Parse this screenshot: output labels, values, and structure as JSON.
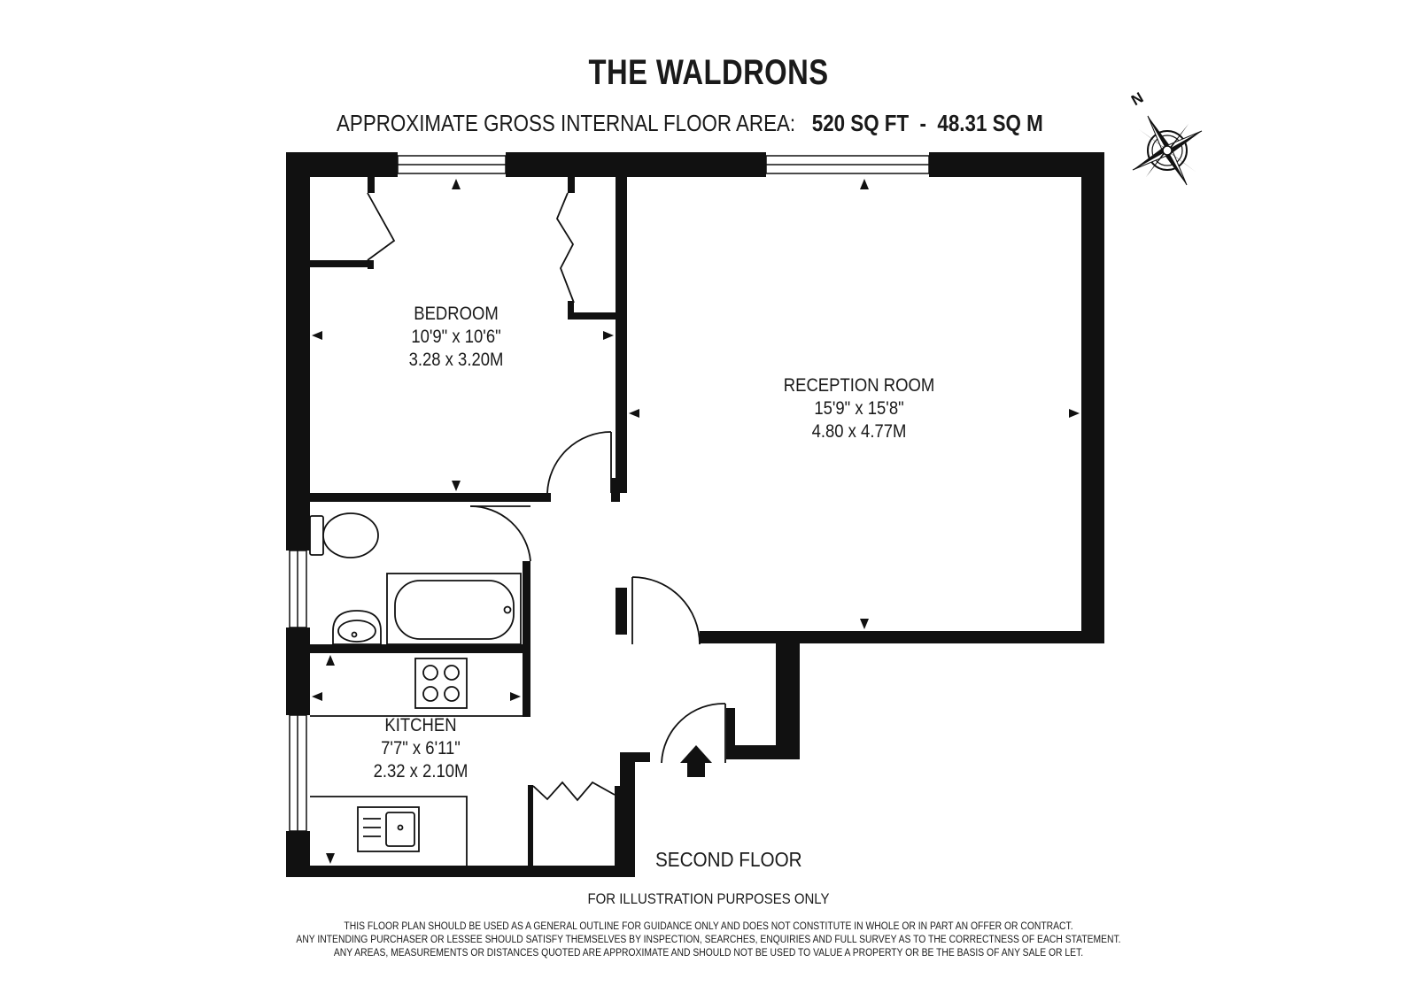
{
  "title": "THE WALDRONS",
  "area": {
    "label": "APPROXIMATE GROSS INTERNAL FLOOR AREA:",
    "sq_ft": "520 SQ FT",
    "separator": "-",
    "sq_m": "48.31 SQ M"
  },
  "compass": {
    "north_label": "N"
  },
  "rooms": {
    "bedroom": {
      "name": "BEDROOM",
      "imperial": "10'9\" x 10'6\"",
      "metric": "3.28 x 3.20M"
    },
    "reception": {
      "name": "RECEPTION ROOM",
      "imperial": "15'9\" x 15'8\"",
      "metric": "4.80 x 4.77M"
    },
    "kitchen": {
      "name": "KITCHEN",
      "imperial": "7'7\" x 6'11\"",
      "metric": "2.32 x 2.10M"
    }
  },
  "floor": "SECOND FLOOR",
  "illustration_note": "FOR ILLUSTRATION PURPOSES ONLY",
  "disclaimer": [
    "THIS FLOOR PLAN SHOULD BE USED AS A GENERAL OUTLINE FOR GUIDANCE ONLY AND DOES NOT CONSTITUTE IN WHOLE OR IN PART AN OFFER OR CONTRACT.",
    "ANY INTENDING PURCHASER OR LESSEE SHOULD SATISFY THEMSELVES BY INSPECTION, SEARCHES, ENQUIRIES AND FULL SURVEY AS TO THE CORRECTNESS OF EACH STATEMENT.",
    "ANY AREAS, MEASUREMENTS OR DISTANCES QUOTED ARE APPROXIMATE AND SHOULD NOT BE USED TO VALUE A PROPERTY OR BE THE BASIS OF ANY SALE OR LET."
  ],
  "colors": {
    "wall": "#111111",
    "background": "#ffffff"
  }
}
